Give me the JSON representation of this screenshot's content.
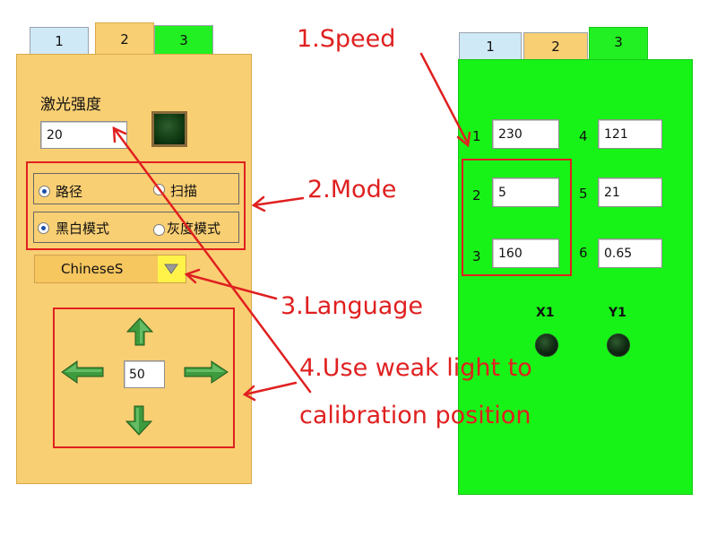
{
  "left_window": {
    "tabs": [
      {
        "label": "1",
        "color": "#cfe9f7"
      },
      {
        "label": "2",
        "color": "#f9cf73"
      },
      {
        "label": "3",
        "color": "#22f022"
      }
    ],
    "laser_power_label": "激光强度",
    "laser_power_value": "20",
    "mode_group_1": {
      "option_a": "路径",
      "option_b": "扫描"
    },
    "mode_group_2": {
      "option_a": "黑白模式",
      "option_b": "灰度模式"
    },
    "language_value": "ChineseS",
    "step_value": "50"
  },
  "right_window": {
    "tabs": [
      {
        "label": "1",
        "color": "#cfe9f7"
      },
      {
        "label": "2",
        "color": "#f9cf73"
      },
      {
        "label": "3",
        "color": "#22f022"
      }
    ],
    "fields": [
      {
        "index": "1",
        "value": "230"
      },
      {
        "index": "2",
        "value": "5"
      },
      {
        "index": "3",
        "value": "160"
      },
      {
        "index": "4",
        "value": "121"
      },
      {
        "index": "5",
        "value": "21"
      },
      {
        "index": "6",
        "value": "0.65"
      }
    ],
    "x_label": "X1",
    "y_label": "Y1"
  },
  "annotations": {
    "speed": "1.Speed",
    "mode": "2.Mode",
    "language": "3.Language",
    "calibration_line1": "4.Use weak light to",
    "calibration_line2": "calibration position"
  },
  "colors": {
    "annotation_red": "#e02020",
    "panel_orange": "#f9cf73",
    "panel_green": "#17f317"
  }
}
